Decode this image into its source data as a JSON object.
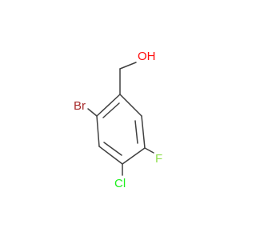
{
  "molecule": {
    "atoms": {
      "oh": {
        "label": "OH",
        "color": "#ff0d0d"
      },
      "br": {
        "label": "Br",
        "color": "#a62929"
      },
      "cl": {
        "label": "Cl",
        "color": "#1ff01f"
      },
      "f": {
        "label": "F",
        "color": "#90e050"
      }
    },
    "bond_color": "#404040"
  }
}
